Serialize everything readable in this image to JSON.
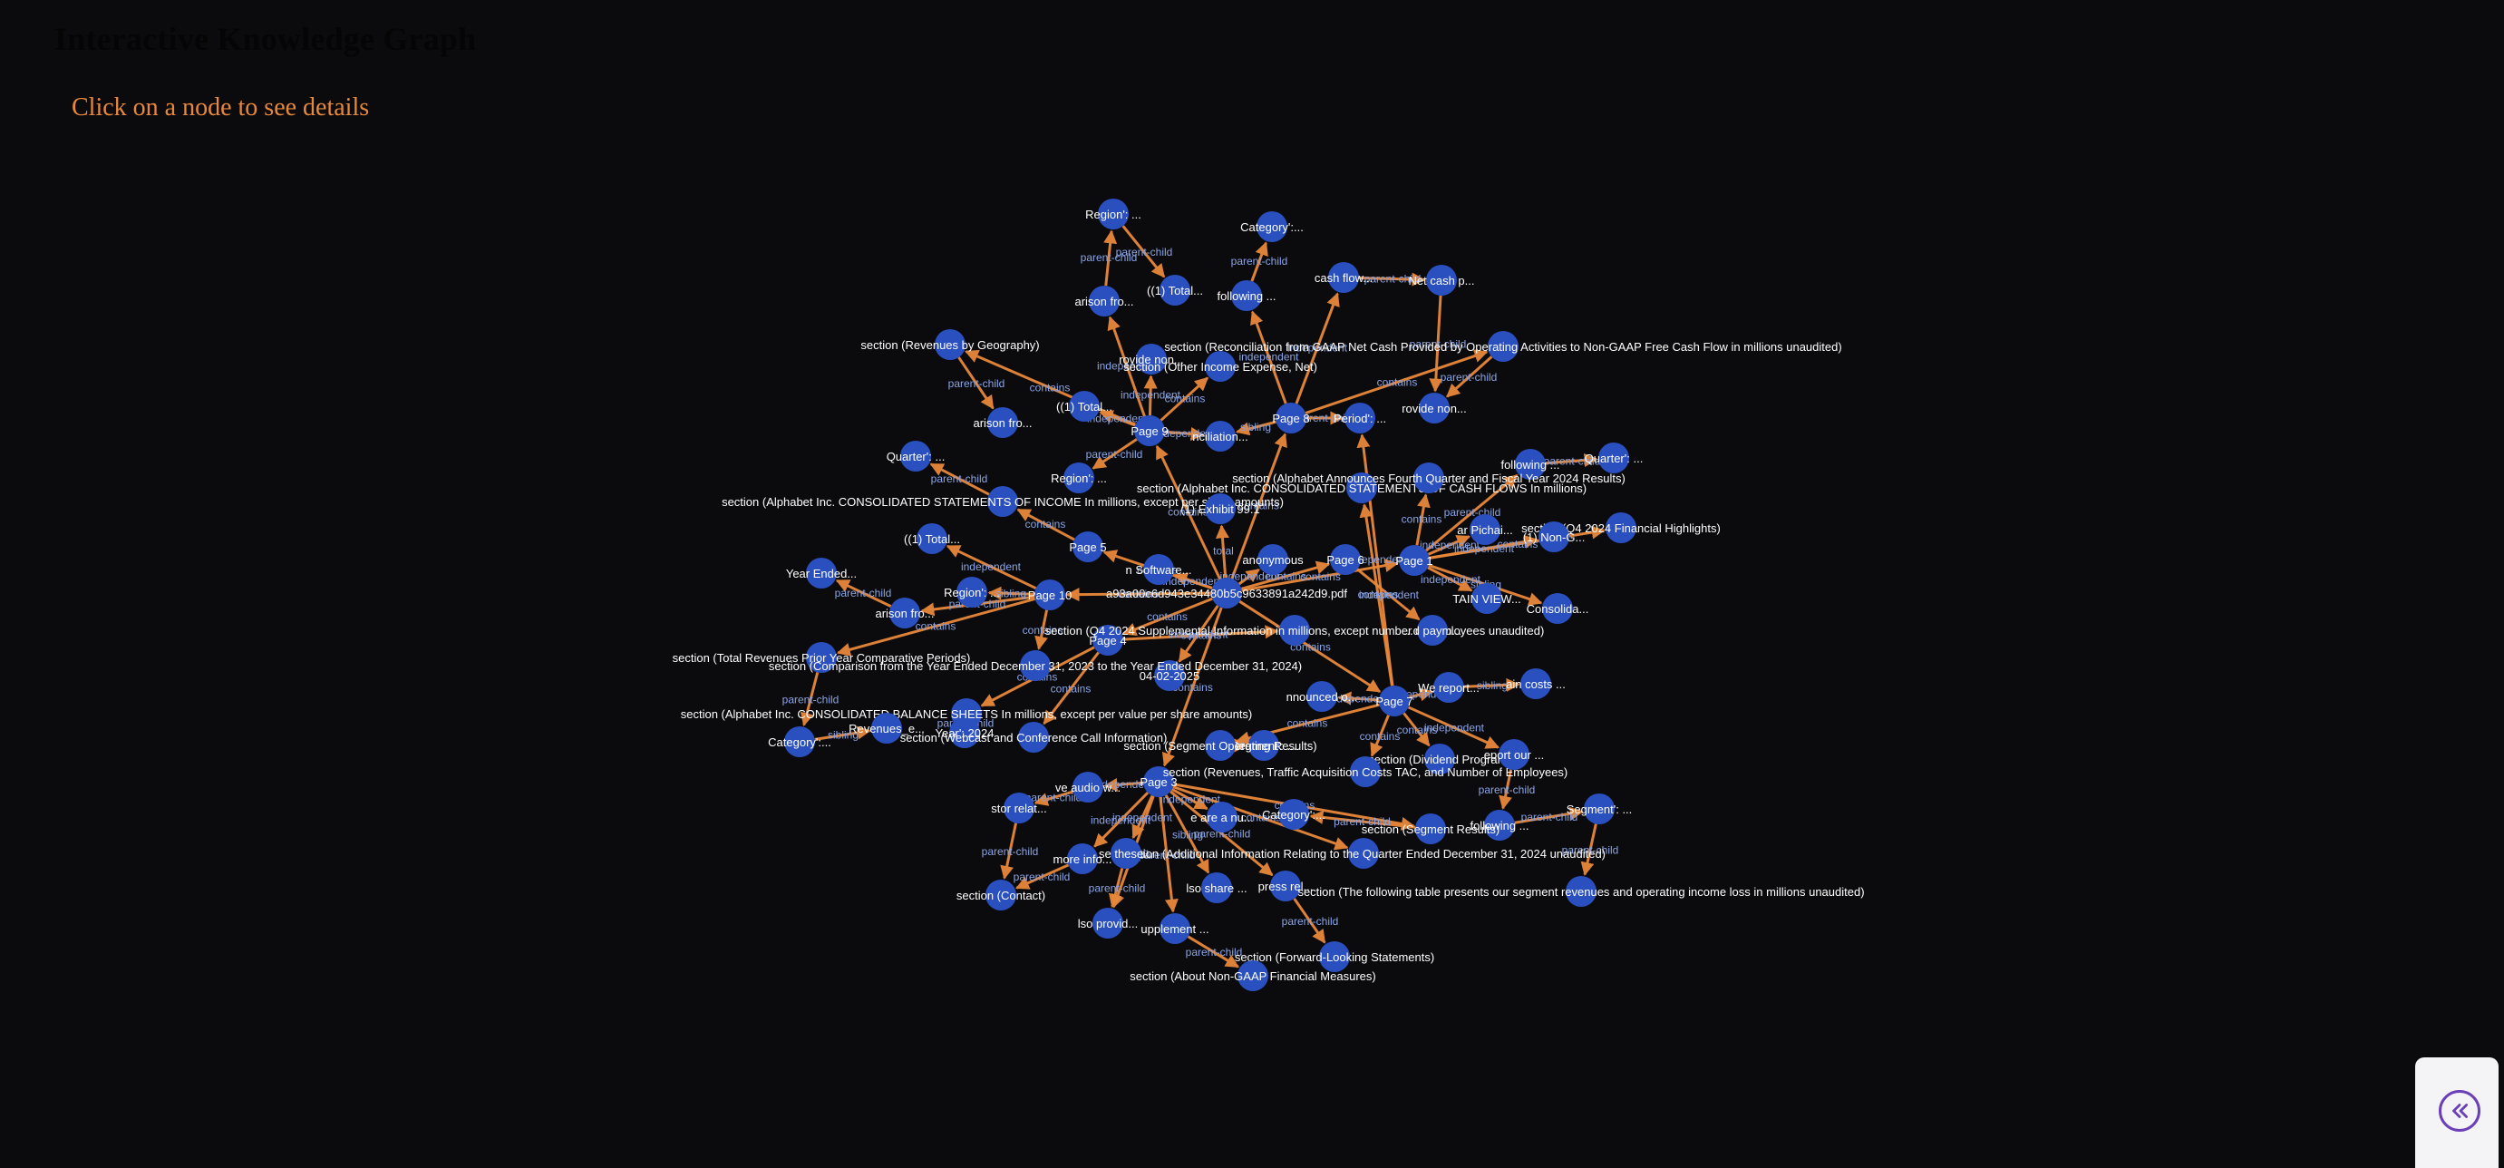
{
  "header": {
    "title": "Interactive Knowledge Graph",
    "hint": "Click on a node to see details"
  },
  "colors": {
    "background": "#0b0b0d",
    "edge": "#e8883a",
    "node": "#2a4fbf",
    "edge_label": "#8aa4e6",
    "hint": "#e8883a",
    "panel_button": "#6b3fb7"
  },
  "panel": {
    "toggle_icon": "double-chevron-left-icon"
  },
  "graph": {
    "nodes": [
      {
        "id": "root",
        "label": "a93a00c6d943e34480b5c9633891a242d9.pdf"
      },
      {
        "id": "p1",
        "label": "Page 1"
      },
      {
        "id": "p3",
        "label": "Page 3"
      },
      {
        "id": "p4",
        "label": "Page 4"
      },
      {
        "id": "p5",
        "label": "Page 5"
      },
      {
        "id": "p6",
        "label": "Page 6"
      },
      {
        "id": "p7",
        "label": "Page 7"
      },
      {
        "id": "p8",
        "label": "Page 8"
      },
      {
        "id": "p9",
        "label": "Page 9"
      },
      {
        "id": "p10",
        "label": "Page 10"
      },
      {
        "id": "anon",
        "label": "anonymous"
      },
      {
        "id": "nsw",
        "label": "n Software..."
      },
      {
        "id": "date",
        "label": "04-02-2025"
      },
      {
        "id": "region1",
        "label": "Region': ..."
      },
      {
        "id": "region2",
        "label": "Region': ..."
      },
      {
        "id": "region3",
        "label": "Region': ..."
      },
      {
        "id": "cat1",
        "label": "Category':..."
      },
      {
        "id": "cat2",
        "label": "Category':..."
      },
      {
        "id": "cat3",
        "label": "Category':..."
      },
      {
        "id": "quarter1",
        "label": "Quarter': ..."
      },
      {
        "id": "quarter2",
        "label": "Quarter': ..."
      },
      {
        "id": "period",
        "label": "Period': ..."
      },
      {
        "id": "year",
        "label": "Year': 2024"
      },
      {
        "id": "segment1",
        "label": "Segment': ..."
      },
      {
        "id": "segment2",
        "label": "Segment': ..."
      },
      {
        "id": "yearended",
        "label": "Year Ended..."
      },
      {
        "id": "total1",
        "label": "((1) Total..."
      },
      {
        "id": "total2",
        "label": "((1) Total..."
      },
      {
        "id": "total3",
        "label": "((1) Total..."
      },
      {
        "id": "arison1",
        "label": "arison fro..."
      },
      {
        "id": "arison2",
        "label": "arison fro..."
      },
      {
        "id": "arison3",
        "label": "arison fro..."
      },
      {
        "id": "follow1",
        "label": "following ..."
      },
      {
        "id": "follow2",
        "label": "following ..."
      },
      {
        "id": "follow3",
        "label": "following ..."
      },
      {
        "id": "cashflow",
        "label": "cash flow..."
      },
      {
        "id": "netcash",
        "label": "Net cash p..."
      },
      {
        "id": "provide1",
        "label": "rovide non..."
      },
      {
        "id": "provide2",
        "label": "rovide non..."
      },
      {
        "id": "ncil",
        "label": "nciliation..."
      },
      {
        "id": "sec_rev_geo",
        "label": "section (Revenues by Geography)"
      },
      {
        "id": "sec_recon",
        "label": "section (Reconciliation from GAAP Net Cash Provided by Operating Activities to Non-GAAP Free Cash Flow in millions unaudited)"
      },
      {
        "id": "sec_oie",
        "label": "section (Other Income Expense, Net)"
      },
      {
        "id": "sec_cfs",
        "label": "section (Alphabet Inc. CONSOLIDATED STATEMENTS OF CASH FLOWS In millions)"
      },
      {
        "id": "sec_ann",
        "label": "section (Alphabet Announces Fourth Quarter and Fiscal Year 2024 Results)"
      },
      {
        "id": "sec_q4fin",
        "label": "section (Q4 2024 Financial Highlights)"
      },
      {
        "id": "sec_inc",
        "label": "section (Alphabet Inc. CONSOLIDATED STATEMENTS OF INCOME In millions, except per share amounts)"
      },
      {
        "id": "sec_ex",
        "label": "(1) Exhibit 99.1"
      },
      {
        "id": "pichai",
        "label": "ar Pichai..."
      },
      {
        "id": "nong",
        "label": "(1) Non-G..."
      },
      {
        "id": "tain",
        "label": "TAIN VIEW..."
      },
      {
        "id": "consol",
        "label": "Consolida..."
      },
      {
        "id": "q4supp",
        "label": "section (Q4 2024 Supplemental Information in millions, except number of employees unaudited)"
      },
      {
        "id": "paym",
        "label": "...d paym..."
      },
      {
        "id": "sec_trpy",
        "label": "section (Total Revenues Prior Year Comparative Periods)"
      },
      {
        "id": "sec_comp",
        "label": "section (Comparison from the Year Ended December 31, 2023 to the Year Ended December 31, 2024)"
      },
      {
        "id": "sec_bs",
        "label": "section (Alphabet Inc. CONSOLIDATED BALANCE SHEETS In millions, except per value per share amounts)"
      },
      {
        "id": "revenues",
        "label": "Revenues_e..."
      },
      {
        "id": "sec_webcast",
        "label": "section (Webcast and Conference Call Information)"
      },
      {
        "id": "announced",
        "label": "nnounced o..."
      },
      {
        "id": "wereport",
        "label": "We report..."
      },
      {
        "id": "costs",
        "label": "ain costs ..."
      },
      {
        "id": "sec_segop",
        "label": "section (Segment Operating Results)"
      },
      {
        "id": "sec_div",
        "label": "section (Dividend Program)"
      },
      {
        "id": "sec_tac",
        "label": "section (Revenues, Traffic Acquisition Costs TAC, and Number of Employees)"
      },
      {
        "id": "report",
        "label": "eport our ..."
      },
      {
        "id": "audio",
        "label": "ve audio w..."
      },
      {
        "id": "stor",
        "label": "stor relat..."
      },
      {
        "id": "arenu",
        "label": "e are a nu..."
      },
      {
        "id": "sec_segres",
        "label": "section (Segment Results)"
      },
      {
        "id": "sec_addl",
        "label": "section (Additional Information Relating to the Quarter Ended December 31, 2024 unaudited)"
      },
      {
        "id": "moreinfo",
        "label": "more info..."
      },
      {
        "id": "these",
        "label": "se these..."
      },
      {
        "id": "share",
        "label": "lso share ..."
      },
      {
        "id": "press",
        "label": "press rel..."
      },
      {
        "id": "sec_segtable",
        "label": "section (The following table presents our segment revenues and operating income loss in millions unaudited)"
      },
      {
        "id": "sec_contact",
        "label": "section (Contact)"
      },
      {
        "id": "provide3",
        "label": "lso provid..."
      },
      {
        "id": "suppl",
        "label": "upplement ..."
      },
      {
        "id": "sec_fwd",
        "label": "section (Forward-Looking Statements)"
      },
      {
        "id": "sec_nongaap",
        "label": "section (About Non-GAAP Financial Measures)"
      }
    ],
    "edges": [
      {
        "source": "root",
        "target": "p1",
        "label": "contains"
      },
      {
        "source": "root",
        "target": "p3",
        "label": "contains"
      },
      {
        "source": "root",
        "target": "p4",
        "label": "contains"
      },
      {
        "source": "root",
        "target": "p5",
        "label": "contains"
      },
      {
        "source": "root",
        "target": "p6",
        "label": "contains"
      },
      {
        "source": "root",
        "target": "p7",
        "label": "contains"
      },
      {
        "source": "root",
        "target": "p8",
        "label": "contains"
      },
      {
        "source": "root",
        "target": "p9",
        "label": "contains"
      },
      {
        "source": "root",
        "target": "p10",
        "label": "contains"
      },
      {
        "source": "root",
        "target": "anon",
        "label": "independent"
      },
      {
        "source": "root",
        "target": "nsw",
        "label": "independent"
      },
      {
        "source": "root",
        "target": "date",
        "label": "independent"
      },
      {
        "source": "root",
        "target": "sec_ex",
        "label": "total"
      },
      {
        "source": "p9",
        "target": "sec_rev_geo",
        "label": "contains"
      },
      {
        "source": "p9",
        "target": "provide1",
        "label": "independent"
      },
      {
        "source": "p9",
        "target": "arison1",
        "label": "independent"
      },
      {
        "source": "p9",
        "target": "total1",
        "label": "independent"
      },
      {
        "source": "p9",
        "target": "region2",
        "label": "parent-child"
      },
      {
        "source": "p9",
        "target": "ncil",
        "label": "independent"
      },
      {
        "source": "arison1",
        "target": "region1",
        "label": "parent-child"
      },
      {
        "source": "region1",
        "target": "total2",
        "label": "parent-child"
      },
      {
        "source": "p9",
        "target": "sec_oie",
        "label": "contains"
      },
      {
        "source": "sec_rev_geo",
        "target": "arison2",
        "label": "parent-child"
      },
      {
        "source": "p8",
        "target": "sec_recon",
        "label": "contains"
      },
      {
        "source": "p8",
        "target": "follow1",
        "label": "independent"
      },
      {
        "source": "follow1",
        "target": "cat1",
        "label": "parent-child"
      },
      {
        "source": "p8",
        "target": "cashflow",
        "label": "independent"
      },
      {
        "source": "cashflow",
        "target": "netcash",
        "label": "parent-child"
      },
      {
        "source": "p8",
        "target": "period",
        "label": "parent-child"
      },
      {
        "source": "p8",
        "target": "ncil",
        "label": "sibling"
      },
      {
        "source": "sec_recon",
        "target": "provide2",
        "label": "parent-child"
      },
      {
        "source": "netcash",
        "target": "provide2",
        "label": "parent-child"
      },
      {
        "source": "p7",
        "target": "sec_cfs",
        "label": "contains"
      },
      {
        "source": "p7",
        "target": "period",
        "label": "independent"
      },
      {
        "source": "p1",
        "target": "sec_ann",
        "label": "contains"
      },
      {
        "source": "p1",
        "target": "sec_q4fin",
        "label": "contains"
      },
      {
        "source": "p1",
        "target": "pichai",
        "label": "independent"
      },
      {
        "source": "p1",
        "target": "nong",
        "label": "independent"
      },
      {
        "source": "p1",
        "target": "tain",
        "label": "independent"
      },
      {
        "source": "p1",
        "target": "consol",
        "label": "sibling"
      },
      {
        "source": "p1",
        "target": "follow2",
        "label": "parent-child"
      },
      {
        "source": "follow2",
        "target": "quarter2",
        "label": "parent-child"
      },
      {
        "source": "p5",
        "target": "sec_inc",
        "label": "contains"
      },
      {
        "source": "sec_inc",
        "target": "quarter1",
        "label": "parent-child"
      },
      {
        "source": "p10",
        "target": "total3",
        "label": "independent"
      },
      {
        "source": "p10",
        "target": "region3",
        "label": "sibling"
      },
      {
        "source": "p10",
        "target": "arison3",
        "label": "parent-child"
      },
      {
        "source": "arison3",
        "target": "yearended",
        "label": "parent-child"
      },
      {
        "source": "p10",
        "target": "sec_trpy",
        "label": "contains"
      },
      {
        "source": "p10",
        "target": "sec_comp",
        "label": "contains"
      },
      {
        "source": "sec_trpy",
        "target": "cat2",
        "label": "parent-child"
      },
      {
        "source": "cat2",
        "target": "revenues",
        "label": "sibling"
      },
      {
        "source": "p4",
        "target": "q4supp",
        "label": "contains"
      },
      {
        "source": "p4",
        "target": "sec_bs",
        "label": "contains"
      },
      {
        "source": "p4",
        "target": "sec_webcast",
        "label": "contains"
      },
      {
        "source": "sec_bs",
        "target": "year",
        "label": "parent-child"
      },
      {
        "source": "p6",
        "target": "paym",
        "label": "independent"
      },
      {
        "source": "p7",
        "target": "announced",
        "label": "independent"
      },
      {
        "source": "p7",
        "target": "wereport",
        "label": "independent"
      },
      {
        "source": "wereport",
        "target": "costs",
        "label": "sibling"
      },
      {
        "source": "p7",
        "target": "sec_div",
        "label": "contains"
      },
      {
        "source": "p7",
        "target": "sec_segop",
        "label": "contains"
      },
      {
        "source": "p7",
        "target": "report",
        "label": "independent"
      },
      {
        "source": "p7",
        "target": "sec_tac",
        "label": "contains"
      },
      {
        "source": "sec_segop",
        "target": "segment1",
        "label": "parent-child"
      },
      {
        "source": "report",
        "target": "follow3",
        "label": "parent-child"
      },
      {
        "source": "follow3",
        "target": "segment2",
        "label": "parent-child"
      },
      {
        "source": "segment2",
        "target": "sec_segtable",
        "label": "parent-child"
      },
      {
        "source": "p3",
        "target": "audio",
        "label": "independent"
      },
      {
        "source": "audio",
        "target": "stor",
        "label": "parent-child"
      },
      {
        "source": "stor",
        "target": "sec_contact",
        "label": "parent-child"
      },
      {
        "source": "p3",
        "target": "arenu",
        "label": "independent"
      },
      {
        "source": "p3",
        "target": "moreinfo",
        "label": "independent"
      },
      {
        "source": "p3",
        "target": "these",
        "label": "independent"
      },
      {
        "source": "p3",
        "target": "share",
        "label": "sibling"
      },
      {
        "source": "p3",
        "target": "press",
        "label": "parent-child"
      },
      {
        "source": "p3",
        "target": "provide3",
        "label": "sibling"
      },
      {
        "source": "p3",
        "target": "suppl",
        "label": "parent-child"
      },
      {
        "source": "p3",
        "target": "sec_addl",
        "label": "contains"
      },
      {
        "source": "p3",
        "target": "sec_segres",
        "label": "contains"
      },
      {
        "source": "sec_segres",
        "target": "cat3",
        "label": "parent-child"
      },
      {
        "source": "press",
        "target": "sec_fwd",
        "label": "parent-child"
      },
      {
        "source": "suppl",
        "target": "sec_nongaap",
        "label": "parent-child"
      },
      {
        "source": "moreinfo",
        "target": "sec_contact",
        "label": "parent-child"
      },
      {
        "source": "these",
        "target": "provide3",
        "label": "parent-child"
      }
    ]
  }
}
